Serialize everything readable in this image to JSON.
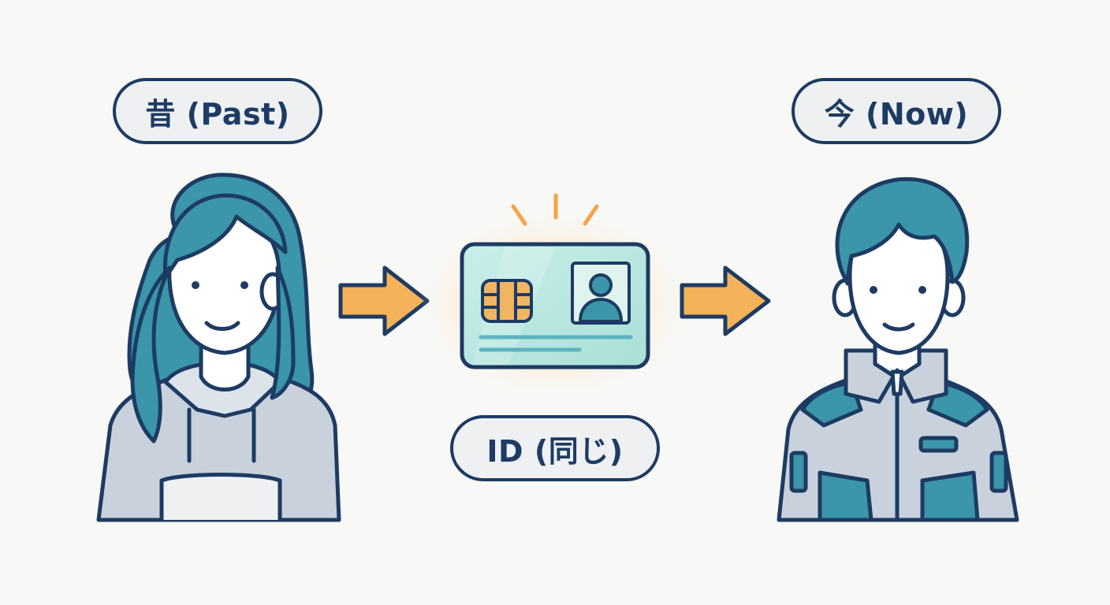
{
  "labels": {
    "past": "昔 (Past)",
    "now": "今 (Now)",
    "id": "ID (同じ)"
  },
  "colors": {
    "outline": "#1d3b63",
    "teal": "#3a96a8",
    "teal_light": "#5fb3bf",
    "skin": "#ffffff",
    "clothing": "#c9d2dc",
    "arrow": "#f5b25a",
    "card": "#bfe9e2",
    "glow": "#ffc680",
    "chip": "#f0b562",
    "background": "#f8f8f6"
  },
  "icons": {
    "past_person": "woman-with-long-hair-in-hoodie-icon",
    "now_person": "man-with-short-hair-in-jacket-icon",
    "id_card": "id-card-icon",
    "arrows": "right-arrow-icon"
  }
}
